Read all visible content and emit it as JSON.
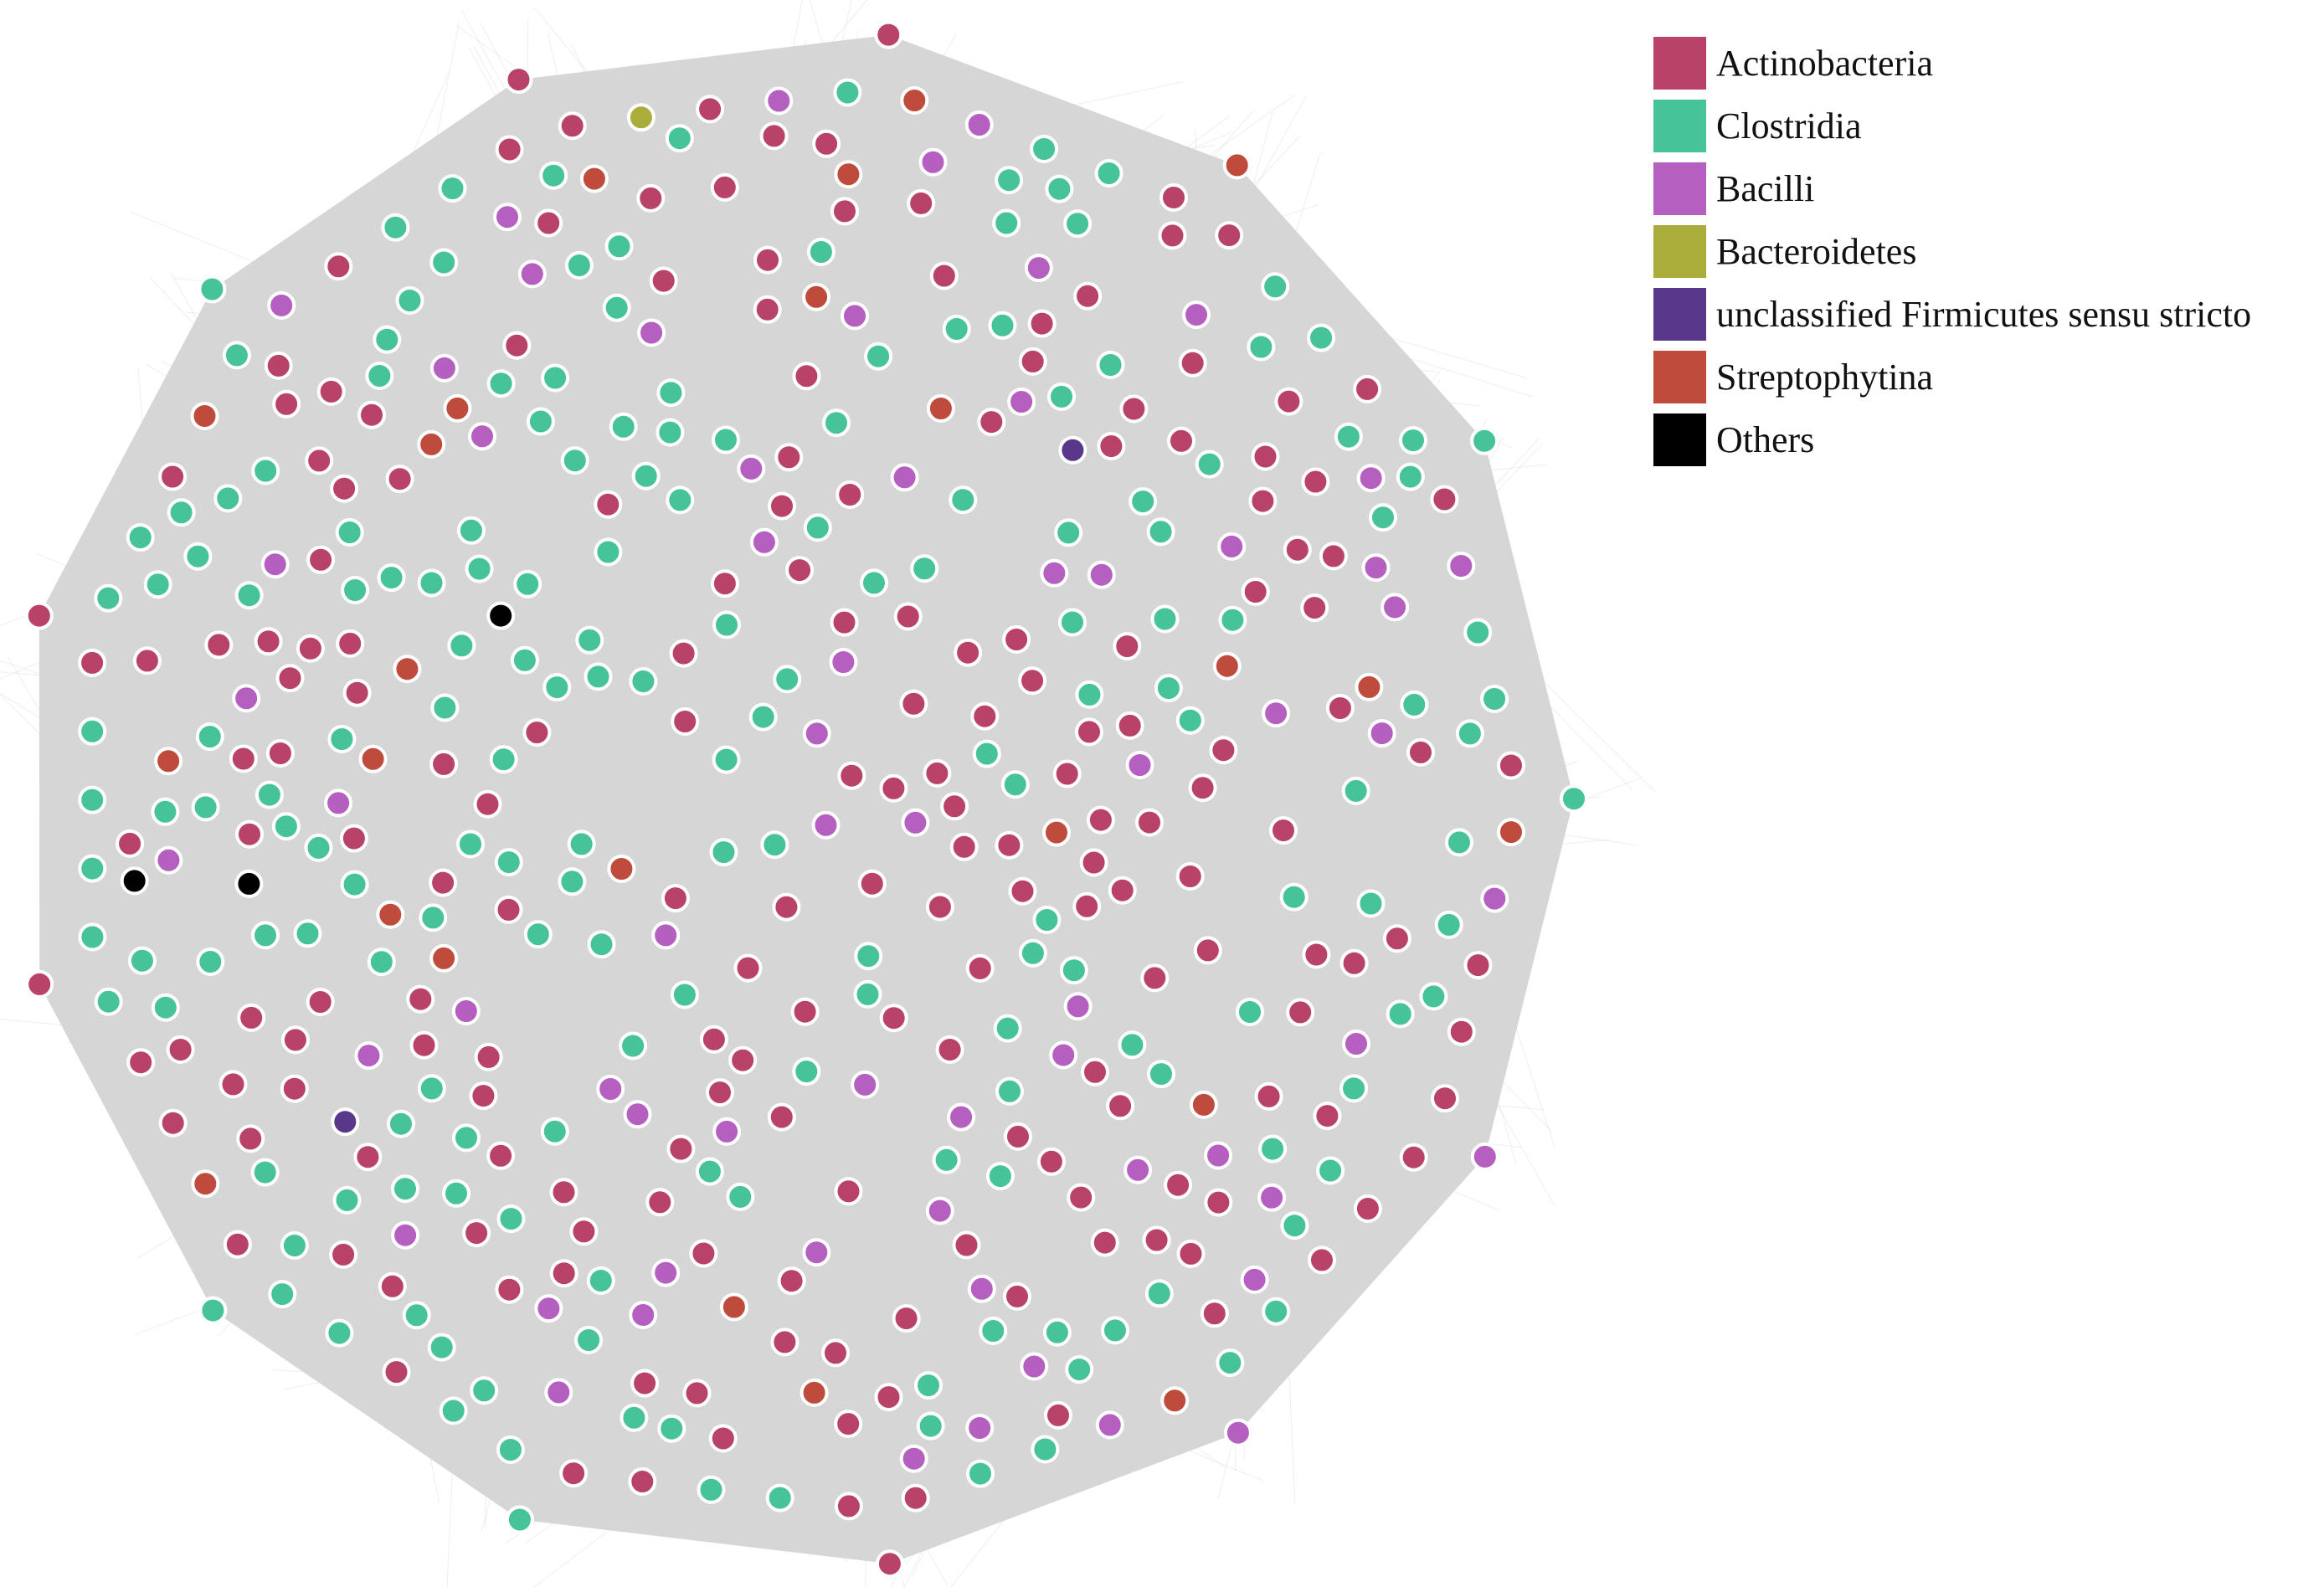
{
  "legend": {
    "items": [
      {
        "label": "Actinobacteria",
        "color": "#B94368"
      },
      {
        "label": "Clostridia",
        "color": "#47C39A"
      },
      {
        "label": "Bacilli",
        "color": "#B55FC0"
      },
      {
        "label": "Bacteroidetes",
        "color": "#ABAD3B"
      },
      {
        "label": "unclassified Firmicutes sensu stricto",
        "color": "#59388C"
      },
      {
        "label": "Streptophytina",
        "color": "#BE4B3C"
      },
      {
        "label": "Others",
        "color": "#000000"
      }
    ]
  },
  "network": {
    "hull_fill": "#D6D6D6",
    "edge_color": "#CFCFCF",
    "node_stroke": "#ffffff"
  }
}
